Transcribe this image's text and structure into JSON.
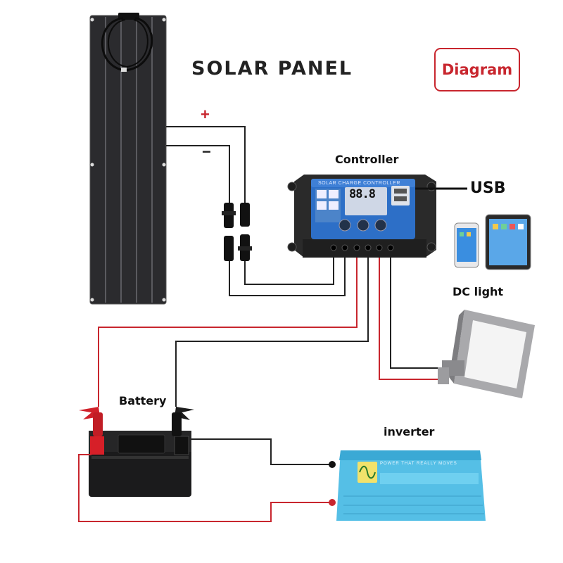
{
  "title": "SOLAR  PANEL",
  "badge": "Diagram",
  "polarity": {
    "plus": "+",
    "minus": "−"
  },
  "labels": {
    "controller": "Controller",
    "usb": "USB",
    "dc_light": "DC light",
    "battery": "Battery",
    "inverter": "inverter"
  },
  "controller_panel": {
    "header": "SOLAR CHARGE CONTROLLER",
    "display": "88.8"
  },
  "inverter_panel": {
    "slogan": "POWER THAT REALLY MOVES"
  },
  "colors": {
    "positive_wire": "#c8262e",
    "negative_wire": "#222222",
    "badge": "#c8262e",
    "controller_face": "#2d6fc7",
    "inverter_body": "#55bfe6"
  }
}
